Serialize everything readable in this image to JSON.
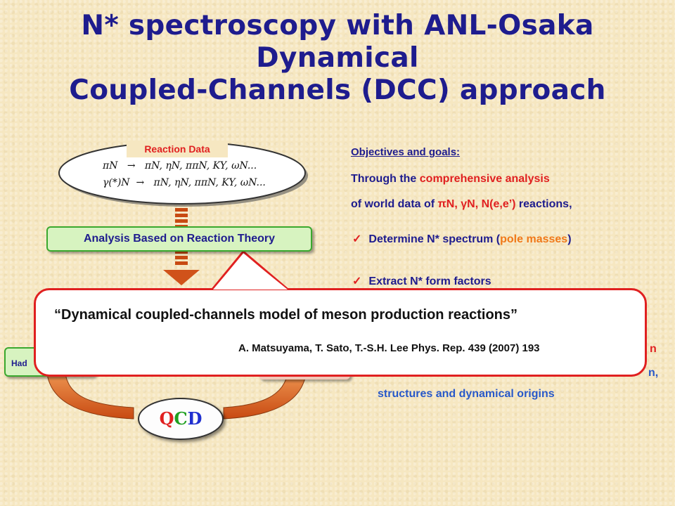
{
  "title": {
    "line1": "N* spectroscopy with ANL-Osaka Dynamical",
    "line2": "Coupled-Channels (DCC) approach"
  },
  "diagram": {
    "reaction_data_label": "Reaction Data",
    "reaction_line1_lhs": "πN",
    "reaction_line1_rhs": "πN, ηN, ππN, KY, ωN...",
    "reaction_line2_lhs": "γ(*)N",
    "reaction_line2_rhs": "πN, ηN, ππN, KY, ωN...",
    "arrow_glyph": "→",
    "analysis_label": "Analysis Based on Reaction Theory",
    "hadron_label": "Had",
    "qcd": {
      "q": "Q",
      "c": "C",
      "d": "D"
    }
  },
  "objectives": {
    "heading": "Objectives and goals:",
    "through_prefix": "Through the ",
    "through_highlight": "comprehensive analysis",
    "world_prefix": "of world data of ",
    "world_highlight": "πN, γN, N(e,e’)",
    "world_suffix": " reactions,",
    "check_glyph": "✓",
    "bullet1_prefix": "Determine N* spectrum (",
    "bullet1_highlight": "pole masses",
    "bullet1_suffix": ")",
    "bullet2": "Extract N* form factors",
    "partial_right1": "n",
    "partial_right2": "n,",
    "structures": "structures and dynamical origins"
  },
  "popup": {
    "quote": "“Dynamical coupled-channels model of meson production reactions”",
    "reference": "A. Matsuyama, T. Sato, T.-S.H. Lee Phys. Rep. 439 (2007) 193"
  },
  "colors": {
    "title": "#1e1c8e",
    "highlight_red": "#e02020",
    "highlight_orange": "#f07818",
    "box_green": "#3aa82e",
    "arrow_orange": "#e0601a"
  }
}
